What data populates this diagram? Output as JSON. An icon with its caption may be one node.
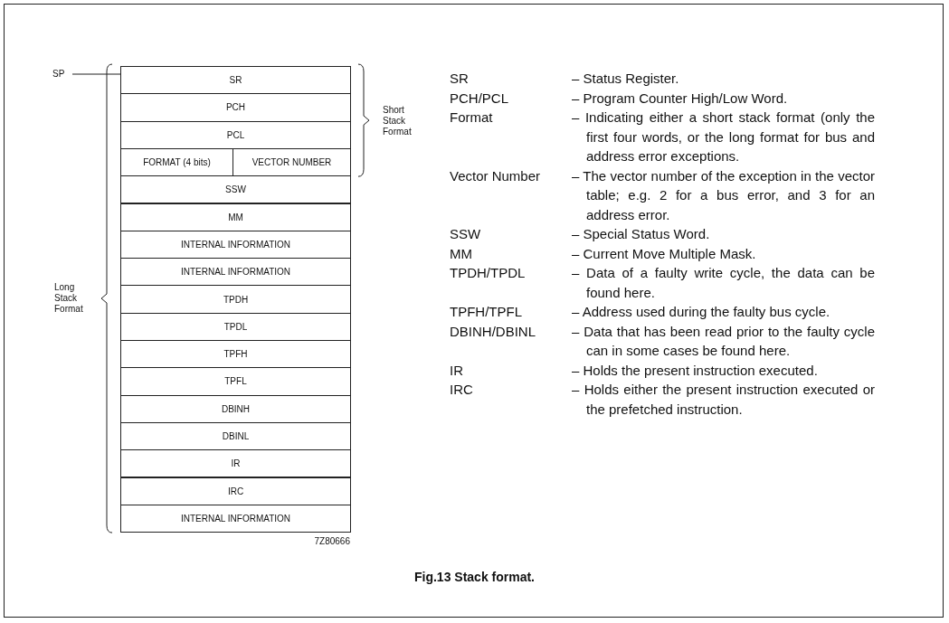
{
  "diagram": {
    "caption": "Fig.13 Stack format.",
    "nodes": [
      {
        "text": [
          "SP"
        ]
      },
      {
        "text": [
          "SR"
        ]
      },
      {
        "text": [
          "PCH"
        ]
      },
      {
        "text": [
          "PCL"
        ]
      },
      {
        "text": [
          "FORMAT (4 bits)"
        ]
      },
      {
        "text": [
          "VECTOR NUMBER"
        ]
      },
      {
        "text": [
          "SSW"
        ]
      },
      {
        "text": [
          "MM"
        ]
      },
      {
        "text": [
          "INTERNAL INFORMATION"
        ]
      },
      {
        "text": [
          "INTERNAL INFORMATION"
        ]
      },
      {
        "text": [
          "TPDH"
        ]
      },
      {
        "text": [
          "TPDL"
        ]
      },
      {
        "text": [
          "TPFH"
        ]
      },
      {
        "text": [
          "TPFL"
        ]
      },
      {
        "text": [
          "DBINH"
        ]
      },
      {
        "text": [
          "DBINL"
        ]
      },
      {
        "text": [
          "IR"
        ]
      },
      {
        "text": [
          "IRC"
        ]
      },
      {
        "text": [
          "INTERNAL INFORMATION"
        ]
      }
    ],
    "edges": [
      {
        "from": 0,
        "to": 1,
        "arrow": "none"
      }
    ],
    "labels": [
      "Short Stack Format",
      "Long Stack Format",
      "7Z80666",
      "SR",
      "– Status Register.",
      "PCH/PCL",
      "– Program Counter High/Low Word.",
      "Format",
      "– Indicating either a short stack format (only the first four words, or the long format for bus and address error exceptions.",
      "Vector Number",
      "– The vector number of the exception in the vector table; e.g. 2 for a bus error, and 3 for an address error.",
      "SSW",
      "– Special Status Word.",
      "MM",
      "– Current Move Multiple Mask.",
      "TPDH/TPDL",
      "– Data of a faulty write cycle, the data can be found here.",
      "TPFH/TPFL",
      "– Address used during the faulty bus cycle.",
      "DBINH/DBINL",
      "– Data that has been read prior to the faulty cycle can in some cases be found here.",
      "IR",
      "– Holds the present instruction executed.",
      "IRC",
      "– Holds either the present instruction executed or the prefetched instruction."
    ]
  }
}
